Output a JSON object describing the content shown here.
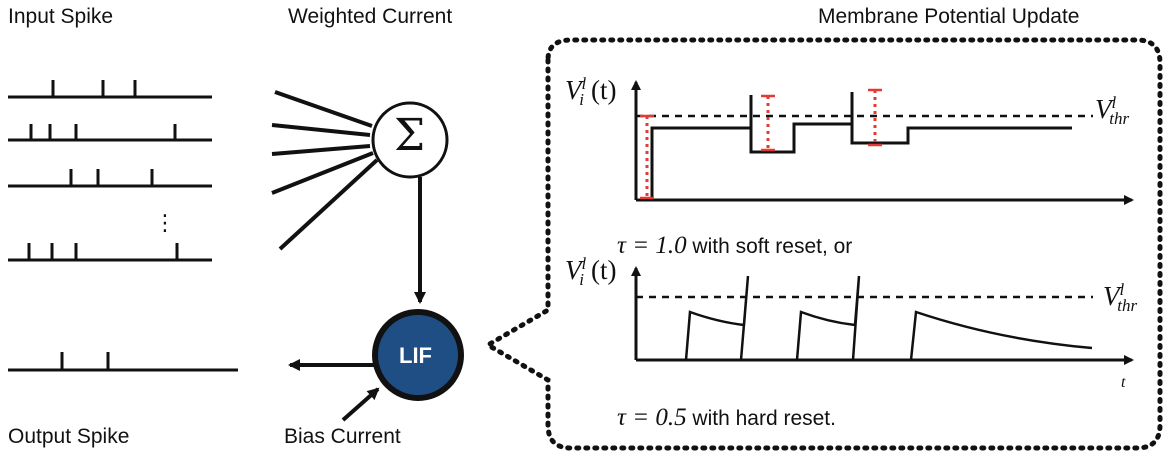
{
  "labels": {
    "input_spike": "Input Spike",
    "weighted_current": "Weighted Current",
    "membrane_update": "Membrane Potential Update",
    "output_spike": "Output Spike",
    "bias_current": "Bias Current",
    "lif": "LIF",
    "sigma": "Σ",
    "vdots": "⋮"
  },
  "plots": {
    "top": {
      "v_symbol": "V",
      "v_sup": "l",
      "v_sub": "i",
      "v_arg": "(t)",
      "thr_symbol": "V",
      "thr_sup": "l",
      "thr_sub": "thr",
      "caption_math": "τ = 1.0",
      "caption_text": " with soft reset, or"
    },
    "bottom": {
      "v_symbol": "V",
      "v_sup": "l",
      "v_sub": "i",
      "v_arg": "(t)",
      "thr_symbol": "V",
      "thr_sup": "l",
      "thr_sub": "thr",
      "t_label": "t",
      "caption_math": "τ = 0.5",
      "caption_text": " with hard reset."
    }
  },
  "colors": {
    "lif_fill": "#1f4e84",
    "lif_text": "#ffffff",
    "stroke": "#111111",
    "reset_marker": "#e53935"
  }
}
